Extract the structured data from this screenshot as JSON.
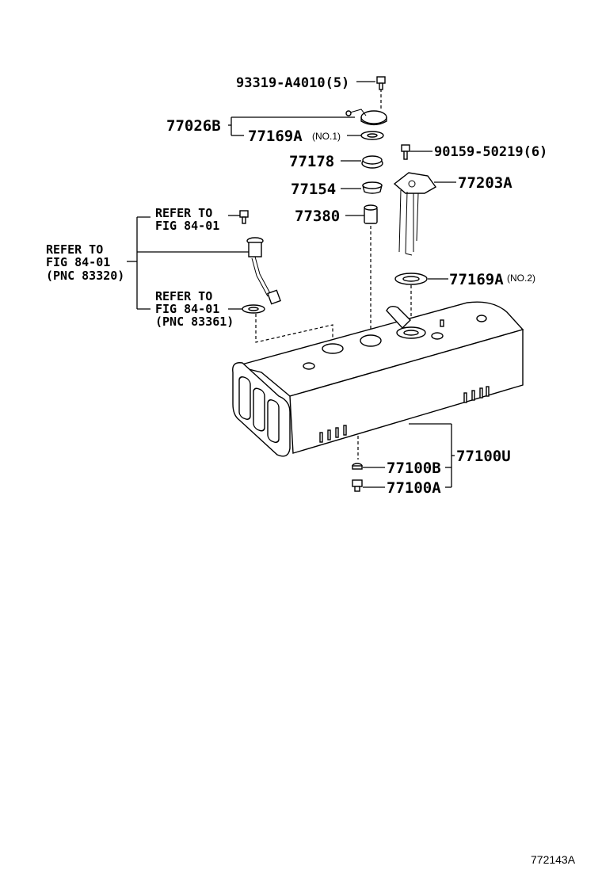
{
  "labels": {
    "p93319": "93319-A4010(5)",
    "p77026B": "77026B",
    "p77169A_1": "77169A",
    "p77169A_1_sub": "(NO.1)",
    "p90159": "90159-50219(6)",
    "p77178": "77178",
    "p77154": "77154",
    "p77203A": "77203A",
    "p77380": "77380",
    "p77169A_2": "77169A",
    "p77169A_2_sub": "(NO.2)",
    "p77100U": "77100U",
    "p77100B": "77100B",
    "p77100A": "77100A"
  },
  "references": {
    "ref_top_1": "REFER TO",
    "ref_top_2": "FIG 84-01",
    "ref_mid_1": "REFER TO",
    "ref_mid_2": "FIG 84-01",
    "ref_mid_3": "(PNC 83320)",
    "ref_bot_1": "REFER TO",
    "ref_bot_2": "FIG 84-01",
    "ref_bot_3": "(PNC 83361)"
  },
  "figure_code": "772143A",
  "icons": {
    "bolt": "bolt-icon",
    "gasket": "gasket-icon",
    "gauge_unit": "fuel-gauge-sender-icon",
    "pump_bracket": "fuel-pump-bracket-icon",
    "tank": "fuel-tank-icon",
    "plug": "drain-plug-icon"
  }
}
